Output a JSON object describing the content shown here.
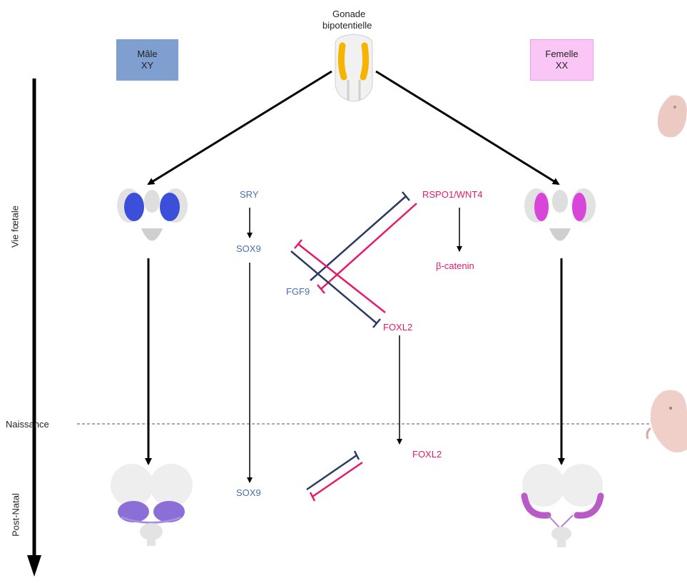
{
  "header": {
    "gonad_line1": "Gonade",
    "gonad_line2": "bipotentielle"
  },
  "male_box": {
    "line1": "Mâle",
    "line2": "XY",
    "color": "#7f9fd1"
  },
  "female_box": {
    "line1": "Femelle",
    "line2": "XX",
    "color": "#f9c6f5"
  },
  "timeline": {
    "fetal": "Vie fœtale",
    "birth": "Naissance",
    "postnatal": "Post-Natal"
  },
  "male_genes": {
    "sry": "SRY",
    "sox9": "SOX9",
    "fgf9": "FGF9",
    "sox9_post": "SOX9"
  },
  "female_genes": {
    "rspo1_wnt4": "RSPO1/WNT4",
    "beta_catenin": "β-catenin",
    "foxl2": "FOXL2",
    "foxl2_post": "FOXL2"
  },
  "colors": {
    "male_pathway": "#2b3a64",
    "female_pathway": "#e8196a",
    "male_text": "#4a6fae",
    "arrows": "#000000"
  }
}
